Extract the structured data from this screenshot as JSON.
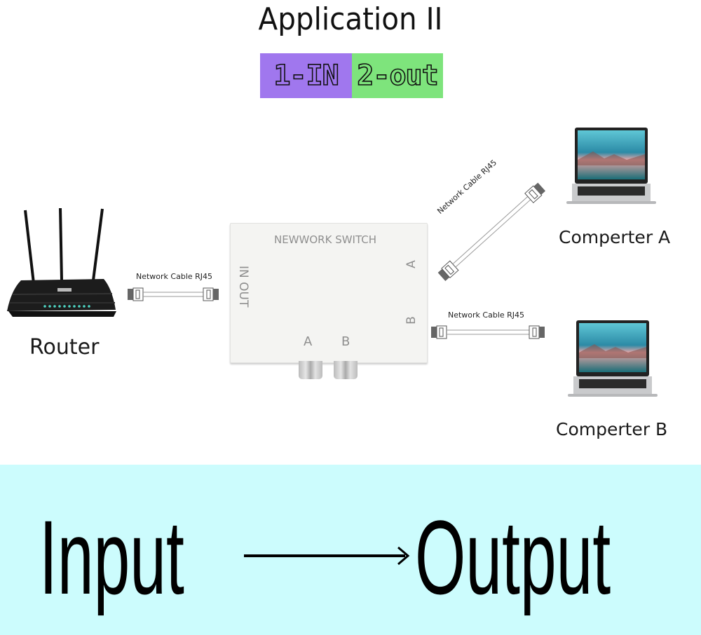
{
  "header": {
    "title": "Application II",
    "badge_in": "1-IN",
    "badge_out": "2-out",
    "badge_colors": {
      "in": "#a077ee",
      "out": "#7ee47c"
    }
  },
  "diagram": {
    "router": {
      "label": "Router"
    },
    "switch": {
      "title": "NEWWORK SWITCH",
      "left_port_label": "IN OUT",
      "right_port_a": "A",
      "right_port_b": "B",
      "button_a": "A",
      "button_b": "B"
    },
    "cables": [
      {
        "label": "Network Cable RJ45"
      },
      {
        "label": "Network Cable RJ45"
      },
      {
        "label": "Network Cable RJ45"
      }
    ],
    "computers": [
      {
        "label": "Comperter A"
      },
      {
        "label": "Comperter B"
      }
    ]
  },
  "footer": {
    "input_word": "Input",
    "output_word": "Output",
    "background": "#ccfcfd"
  }
}
